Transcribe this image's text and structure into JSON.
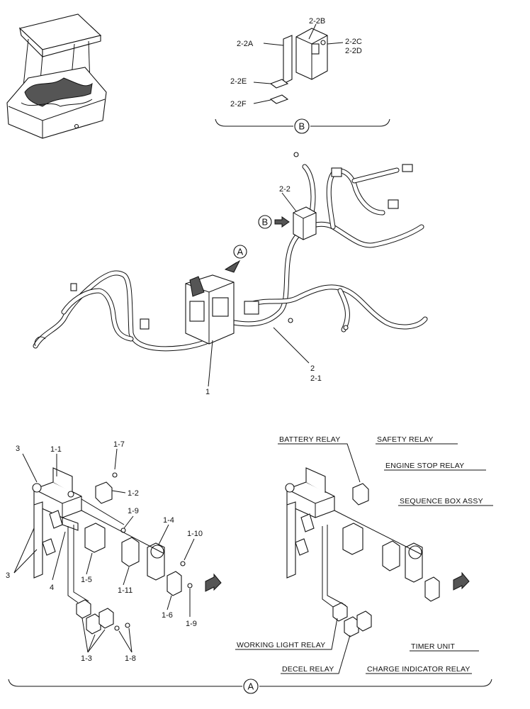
{
  "callouts": {
    "b_group": [
      "2-2A",
      "2-2B",
      "2-2C",
      "2-2D",
      "2-2E",
      "2-2F"
    ],
    "main": [
      "2-2",
      "2",
      "2-1",
      "1"
    ],
    "left_group": [
      "1-1",
      "1-7",
      "3",
      "1-2",
      "1-9",
      "1-4",
      "1-10",
      "3",
      "4",
      "1-5",
      "1-11",
      "1-6",
      "1-9",
      "1-3",
      "1-8"
    ]
  },
  "view_markers": {
    "a": "A",
    "b": "B"
  },
  "relay_labels": {
    "battery": "BATTERY RELAY",
    "safety": "SAFETY RELAY",
    "engine_stop": "ENGINE STOP RELAY",
    "sequence_box": "SEQUENCE BOX ASSY",
    "timer": "TIMER UNIT",
    "working_light": "WORKING LIGHT RELAY",
    "decel": "DECEL RELAY",
    "charge_indicator": "CHARGE INDICATOR RELAY"
  }
}
